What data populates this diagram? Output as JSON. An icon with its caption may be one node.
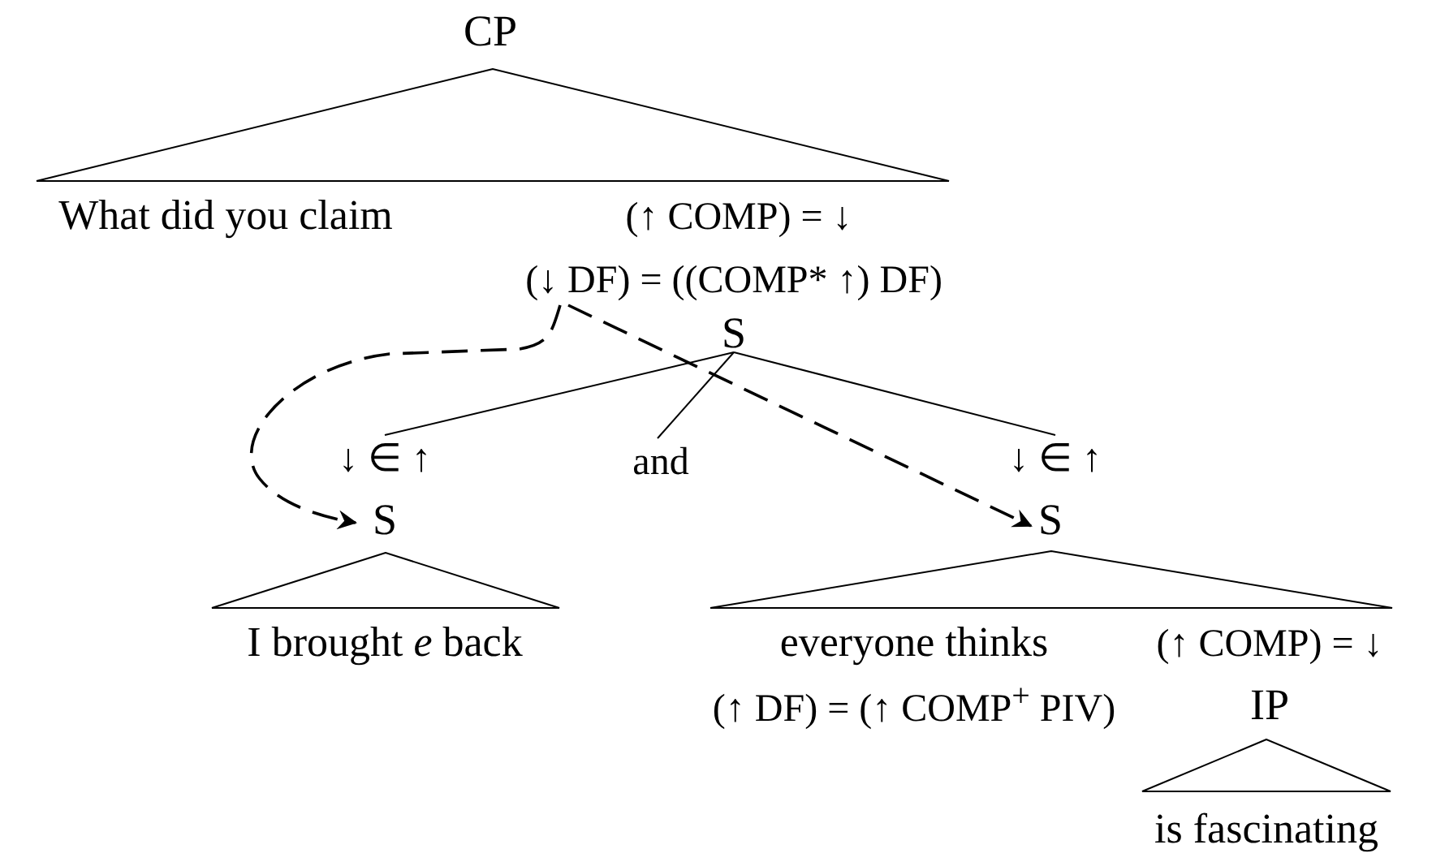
{
  "diagram": {
    "nodes": [
      {
        "text": [
          "CP"
        ]
      },
      {
        "text": [
          "What did you claim"
        ]
      },
      {
        "text": [
          "(↑ COMP) = ↓"
        ]
      },
      {
        "text": [
          "(↓ DF) = ((COMP* ↑) DF)"
        ]
      },
      {
        "text": [
          "S"
        ]
      },
      {
        "text": [
          "↓ ∈ ↑"
        ]
      },
      {
        "text": [
          "and"
        ]
      },
      {
        "text": [
          "↓ ∈ ↑"
        ]
      },
      {
        "text": [
          "S"
        ]
      },
      {
        "text": [
          "I brought *e* back"
        ]
      },
      {
        "text": [
          "S"
        ]
      },
      {
        "text": [
          "everyone thinks"
        ]
      },
      {
        "text": [
          "(↑ COMP) = ↓"
        ]
      },
      {
        "text": [
          "(↑ DF) = (↑ COMP$^{+}$ PIV)"
        ]
      },
      {
        "text": [
          "IP"
        ]
      },
      {
        "text": [
          "is fascinating"
        ]
      },
      {
        "text": [],
        "shape": "triangle"
      },
      {
        "text": [],
        "shape": "triangle"
      },
      {
        "text": [],
        "shape": "triangle"
      },
      {
        "text": [],
        "shape": "triangle"
      }
    ],
    "edges": [
      {
        "from": 4,
        "to": 5,
        "arrow": "none"
      },
      {
        "from": 4,
        "to": 6,
        "arrow": "none"
      },
      {
        "from": 4,
        "to": 7,
        "arrow": "none"
      },
      {
        "from": 3,
        "to": 8,
        "arrow": "to",
        "style": "dashed"
      },
      {
        "from": 3,
        "to": 10,
        "arrow": "to",
        "style": "dashed"
      }
    ]
  }
}
